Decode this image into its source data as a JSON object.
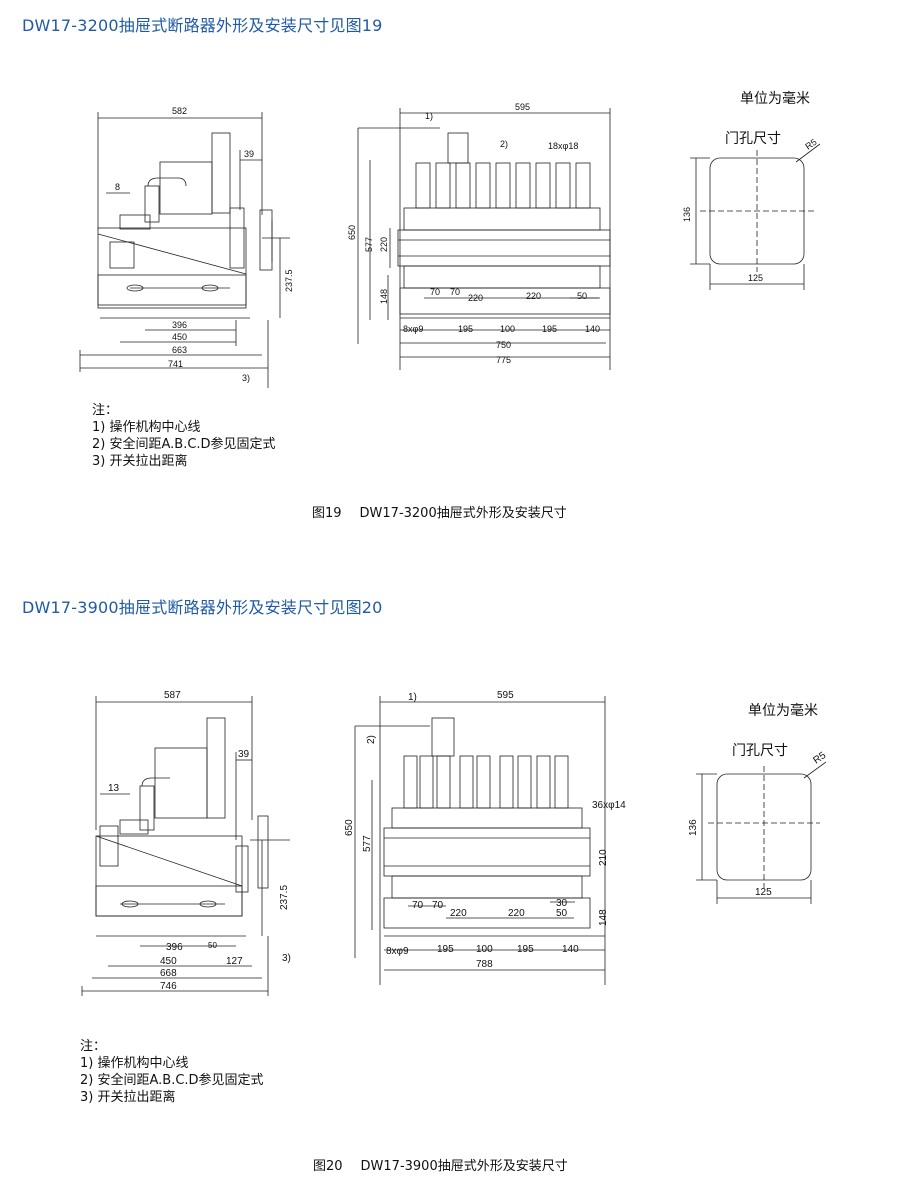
{
  "sections": [
    {
      "title": "DW17-3200抽屉式断路器外形及安装尺寸见图19",
      "unit": "单位为毫米",
      "door_label": "门孔尺寸",
      "side": {
        "top": "582",
        "d39": "39",
        "d8": "8",
        "h237": "237.5",
        "b396": "396",
        "b450": "450",
        "b663": "663",
        "b741": "741",
        "note3": "3)"
      },
      "front": {
        "n1": "1)",
        "n2": "2)",
        "top": "595",
        "holes": "18xφ18",
        "h650": "650",
        "h577": "577",
        "h220": "220",
        "h148": "148",
        "d70a": "70",
        "d70b": "70",
        "d220a": "220",
        "d220b": "220",
        "d50": "50",
        "mount": "8xφ9",
        "b195a": "195",
        "b100": "100",
        "b195b": "195",
        "b140": "140",
        "b750": "750",
        "b775": "775"
      },
      "door": {
        "r": "R5",
        "h": "136",
        "w": "125"
      },
      "notes": [
        "注：",
        "1) 操作机构中心线",
        "2) 安全间距A.B.C.D参见固定式",
        "3) 开关拉出距离"
      ],
      "caption_no": "图19",
      "caption_text": "DW17-3200抽屉式外形及安装尺寸"
    },
    {
      "title": "DW17-3900抽屉式断路器外形及安装尺寸见图20",
      "unit": "单位为毫米",
      "door_label": "门孔尺寸",
      "side": {
        "top": "587",
        "d39": "39",
        "d13": "13",
        "h237": "237.5",
        "b396": "396",
        "b50": "50",
        "b450": "450",
        "b127": "127",
        "b668": "668",
        "b746": "746",
        "note3": "3)"
      },
      "front": {
        "n1": "1)",
        "n2": "2)",
        "top": "595",
        "holes": "36xφ14",
        "h650": "650",
        "h577": "577",
        "h210": "210",
        "h148": "148",
        "d70a": "70",
        "d70b": "70",
        "d220a": "220",
        "d220b": "220",
        "d30": "30",
        "d50": "50",
        "mount": "8xφ9",
        "b195a": "195",
        "b100": "100",
        "b195b": "195",
        "b140": "140",
        "b788": "788"
      },
      "door": {
        "r": "R5",
        "h": "136",
        "w": "125"
      },
      "notes": [
        "注：",
        "1) 操作机构中心线",
        "2) 安全间距A.B.C.D参见固定式",
        "3) 开关拉出距离"
      ],
      "caption_no": "图20",
      "caption_text": "DW17-3900抽屉式外形及安装尺寸"
    }
  ]
}
